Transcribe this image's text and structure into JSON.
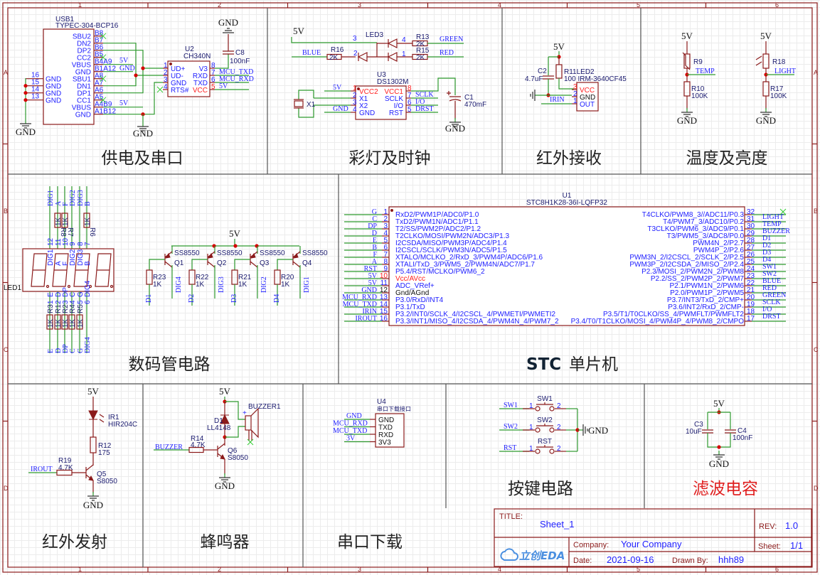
{
  "frame": {
    "columns": [
      "1",
      "2",
      "3",
      "4",
      "5",
      "6"
    ],
    "rows": [
      "A",
      "B",
      "C",
      "D"
    ]
  },
  "sections": {
    "power": "供电及串口",
    "leds": "彩灯及时钟",
    "ir_rx": "红外接收",
    "sensor": "温度及亮度",
    "display": "数码管电路",
    "mcu_brand": "STC",
    "mcu_suffix": "单片机",
    "ir_tx": "红外发射",
    "buzzer": "蜂鸣器",
    "download": "串口下载",
    "keys": "按键电路",
    "filter": "滤波电容"
  },
  "colors": {
    "wire": "#2e9a2e",
    "component": "#8b1a1a",
    "pin_text": "#2020ff",
    "junction": "#d40000",
    "filter_title": "#e02020"
  },
  "usb": {
    "ref": "USB1",
    "part": "TYPEC-304-BCP16",
    "right_pins": [
      "SBU2",
      "DN2",
      "DP2",
      "CC2",
      "VBUS",
      "GND",
      "SBU1",
      "DN1",
      "DP1",
      "CC1",
      "VBUS",
      "GND"
    ],
    "right_nums": [
      "B8",
      "B7",
      "B6",
      "B5",
      "B4A9",
      "B1A12",
      "A8",
      "A7",
      "A6",
      "A5",
      "A4B9",
      "A1B12"
    ],
    "left_pins": [
      "GND",
      "GND",
      "GND",
      "GND"
    ],
    "left_nums": [
      "16",
      "15",
      "14",
      "13"
    ],
    "nets": [
      "5V",
      "GND",
      "5V"
    ],
    "gnd": [
      "GND",
      "GND"
    ]
  },
  "ch340": {
    "ref": "U2",
    "part": "CH340N",
    "left_pins": [
      "UD+",
      "UD-",
      "GND",
      "RTS#"
    ],
    "left_nums": [
      "1",
      "2",
      "3",
      "4"
    ],
    "right_pins": [
      "V3",
      "RXD",
      "TXD",
      "VCC"
    ],
    "right_nums": [
      "8",
      "7",
      "6",
      "5"
    ],
    "nets": [
      "MCU_TXD",
      "MCU_RXD",
      "5V"
    ],
    "cap": {
      "ref": "C8",
      "value": "100nF",
      "gnd": "GND"
    }
  },
  "leds": {
    "power": "5V",
    "led_ref": "LED3",
    "pin_nums": [
      "3",
      "2",
      "4",
      "1"
    ],
    "r16": {
      "ref": "R16",
      "value": "2K"
    },
    "r13": {
      "ref": "R13",
      "value": "2K"
    },
    "r15": {
      "ref": "R15",
      "value": "2K"
    },
    "nets": [
      "BLUE",
      "GREEN",
      "RED"
    ]
  },
  "rtc": {
    "ref": "U3",
    "part": "DS1302M",
    "left_pins": [
      "VCC2",
      "X1",
      "X2",
      "GND"
    ],
    "left_nums": [
      "1",
      "2",
      "3",
      "4"
    ],
    "right_pins": [
      "VCC1",
      "SCLK",
      "I/O",
      "RST"
    ],
    "right_nums": [
      "8",
      "7",
      "6",
      "5"
    ],
    "left_nets": [
      "5V",
      "GND"
    ],
    "right_nets": [
      "SCLK",
      "I/O",
      "DRST"
    ],
    "crystal": "X1",
    "cap": {
      "ref": "C1",
      "value": "470mF",
      "gnd": "GND"
    }
  },
  "ir_rx": {
    "power": "5V",
    "cap": {
      "ref": "C2",
      "value": "4.7uF"
    },
    "res_ref": "R11LED2",
    "res_value": "100 IRM-3640CF45",
    "pins": [
      "VCC",
      "GND",
      "OUT"
    ],
    "nums": [
      "3",
      "2",
      "1"
    ],
    "net": "IRIN"
  },
  "sensor": {
    "temp": {
      "power": "5V",
      "ntc": "R9",
      "res": "R10",
      "value": "100K",
      "net": "TEMP",
      "gnd": "GND"
    },
    "light": {
      "power": "5V",
      "ldr": "R18",
      "res": "R17",
      "value": "100K",
      "net": "LIGHT",
      "gnd": "GND"
    }
  },
  "display": {
    "ref": "LED1",
    "top_nets": [
      "DIG1",
      "A",
      "F",
      "DIG2",
      "DIG3",
      "B"
    ],
    "top_res": [
      {
        "ref": "R8",
        "value": "1K"
      },
      {
        "ref": "R7",
        "value": "1K"
      },
      {
        "ref": "R6",
        "value": "1K"
      }
    ],
    "top_nums": [
      "12",
      "11",
      "10",
      "9",
      "8",
      "7"
    ],
    "top_pins": [
      "DIG1",
      "A",
      "F",
      "DIG2",
      "DIG3",
      "B"
    ],
    "bottom_pins": [
      "E",
      "D",
      "DP",
      "C",
      "G",
      "DIG4"
    ],
    "bottom_nums": [
      "1",
      "2",
      "3",
      "4",
      "5",
      "6"
    ],
    "bottom_res": [
      {
        "ref": "R3",
        "value": "1K"
      },
      {
        "ref": "R1",
        "value": "1K"
      },
      {
        "ref": "R2",
        "value": "1K"
      },
      {
        "ref": "R4",
        "value": "1K"
      },
      {
        "ref": "R5",
        "value": "1K"
      }
    ],
    "bottom_nets": [
      "E",
      "D",
      "DP",
      "C",
      "G",
      "DIG4"
    ],
    "power": "5V",
    "transistors": [
      {
        "ref": "Q1",
        "part": "SS8550",
        "res": "R23",
        "value": "1K",
        "base_net": "D1",
        "out_net": "DIG4"
      },
      {
        "ref": "Q2",
        "part": "SS8550",
        "res": "R22",
        "value": "1K",
        "base_net": "D2",
        "out_net": "DIG3"
      },
      {
        "ref": "Q3",
        "part": "SS8550",
        "res": "R21",
        "value": "1K",
        "base_net": "D3",
        "out_net": "DIG2"
      },
      {
        "ref": "Q4",
        "part": "SS8550",
        "res": "R20",
        "value": "1K",
        "base_net": "D4",
        "out_net": "DIG1"
      }
    ]
  },
  "mcu": {
    "ref": "U1",
    "part": "STC8H1K28-36I-LQFP32",
    "left": [
      {
        "net": "G",
        "num": "1",
        "pin": "RxD2/PWM1P/ADC0/P1.0"
      },
      {
        "net": "C",
        "num": "2",
        "pin": "TxD2/PWM1N/ADC1/P1.1"
      },
      {
        "net": "DP",
        "num": "3",
        "pin": "T2/SS/PWM2P/ADC2/P1.2"
      },
      {
        "net": "D",
        "num": "4",
        "pin": "T2CLKO/MOSI/PWM2N/ADC3/P1.3"
      },
      {
        "net": "E",
        "num": "5",
        "pin": "I2CSDA/MISO/PWM3P/ADC4/P1.4"
      },
      {
        "net": "B",
        "num": "6",
        "pin": "I2CSCL/SCLK/PWM3N/ADC5/P1.5"
      },
      {
        "net": "F",
        "num": "7",
        "pin": "XTALO/MCLKO_2/RxD_3/PWM4P/ADC6/P1.6"
      },
      {
        "net": "A",
        "num": "8",
        "pin": "XTALI/TxD_3/PWM5_2/PWM4N/ADC7/P1.7"
      },
      {
        "net": "RST",
        "num": "9",
        "pin": "P5.4/RST/MCLKO/PWM6_2"
      },
      {
        "net": "5V",
        "num": "10",
        "pin": "Vcc/AVcc"
      },
      {
        "net": "5V",
        "num": "11",
        "pin": "ADC_VRef+"
      },
      {
        "net": "GND",
        "num": "12",
        "pin": "Gnd/AGnd"
      },
      {
        "net": "MCU_RXD",
        "num": "13",
        "pin": "P3.0/RxD/INT4"
      },
      {
        "net": "MCU_TXD",
        "num": "14",
        "pin": "P3.1/TxD"
      },
      {
        "net": "IRIN",
        "num": "15",
        "pin": "P3.2/INT0/SCLK_4/I2CSCL_4/PWMETI/PWMETI2"
      },
      {
        "net": "IROUT",
        "num": "16",
        "pin": "P3.3/INT1/MISO_4/I2CSDA_4/PWM4N_4/PWM7_2"
      }
    ],
    "right": [
      {
        "net": "LIGHT",
        "num": "32",
        "pin": "T4CLKO/PWM8_3//ADC11/P0.3"
      },
      {
        "net": "TEMP",
        "num": "31",
        "pin": "T4/PWM7_3/ADC10/P0.2"
      },
      {
        "net": "BUZZER",
        "num": "30",
        "pin": "T3CLKO/PWM6_3/ADC9/P0.1"
      },
      {
        "net": "D1",
        "num": "29",
        "pin": "T3/PWM5_3/ADC8/P0.0"
      },
      {
        "net": "D2",
        "num": "28",
        "pin": "PWM4N_2/P2.7"
      },
      {
        "net": "D3",
        "num": "27",
        "pin": "PWM4P_2/P2.6"
      },
      {
        "net": "D4",
        "num": "26",
        "pin": "PWM3N_2/I2CSCL_2/SCLK_2/P2.5"
      },
      {
        "net": "SW1",
        "num": "25",
        "pin": "PWM3P_2/I2CSDA_2/MISO_2/P2.4"
      },
      {
        "net": "SW2",
        "num": "24",
        "pin": "P2.3/MOSI_2/PWM2N_2/PWM8"
      },
      {
        "net": "BLUE",
        "num": "23",
        "pin": "P2.2/SS_2/PWM2P_2/PWM7"
      },
      {
        "net": "RED",
        "num": "22",
        "pin": "P2.1/PWM1N_2/PWM6"
      },
      {
        "net": "GREEN",
        "num": "21",
        "pin": "P2.0/PWM1P_2/PWM5"
      },
      {
        "net": "SCLK",
        "num": "20",
        "pin": "P3.7/INT3/TxD_2/CMP+"
      },
      {
        "net": "I/O",
        "num": "19",
        "pin": "P3.6/INT2/RxD_2/CMP-"
      },
      {
        "net": "DRST",
        "num": "18",
        "pin": "P3.5/T1/T0CLKO/SS_4/PWMFLT/PWMFLT2"
      },
      {
        "net": "",
        "num": "17",
        "pin": "P3.4/T0/T1CLKO/MOSI_4/PWM4P_4/PWM8_2/CMPO"
      }
    ]
  },
  "ir_tx": {
    "power": "5V",
    "led": "IR1",
    "led_part": "HIR204C",
    "r12": {
      "ref": "R12",
      "value": "175"
    },
    "r19": {
      "ref": "R19",
      "value": "4.7K"
    },
    "net": "IROUT",
    "q": "Q5",
    "q_part": "S8050",
    "gnd": "GND"
  },
  "buzzer": {
    "power": "5V",
    "diode": "D1",
    "diode_part": "LL4148",
    "ref": "BUZZER1",
    "plus": "+",
    "r14": {
      "ref": "R14",
      "value": "4.7K"
    },
    "net": "BUZZER",
    "q": "Q6",
    "q_part": "S8050",
    "gnd": "GND"
  },
  "download": {
    "ref": "U4",
    "part": "串口下载接口",
    "pins": [
      "GND",
      "TXD",
      "RXD",
      "3V3"
    ],
    "nets": [
      "GND",
      "MCU_RXD",
      "MCU_TXD",
      "3V"
    ]
  },
  "keys": {
    "switches": [
      {
        "ref": "SW1",
        "net": "SW1"
      },
      {
        "ref": "SW2",
        "net": "SW2"
      },
      {
        "ref": "RST",
        "net": "RST"
      }
    ],
    "pin1": "1",
    "pin2": "2",
    "gnd": "GND"
  },
  "filter": {
    "power": "5V",
    "c3": {
      "ref": "C3",
      "value": "10uF"
    },
    "c4": {
      "ref": "C4",
      "value": "100nF"
    },
    "gnd": "GND"
  },
  "title_block": {
    "title_label": "TITLE:",
    "title": "Sheet_1",
    "rev_label": "REV:",
    "rev": "1.0",
    "company_label": "Company:",
    "company": "Your Company",
    "sheet_label": "Sheet:",
    "sheet": "1/1",
    "date_label": "Date:",
    "date": "2021-09-16",
    "drawn_label": "Drawn By:",
    "drawn_by": "hhh89",
    "logo": "立创EDA"
  }
}
